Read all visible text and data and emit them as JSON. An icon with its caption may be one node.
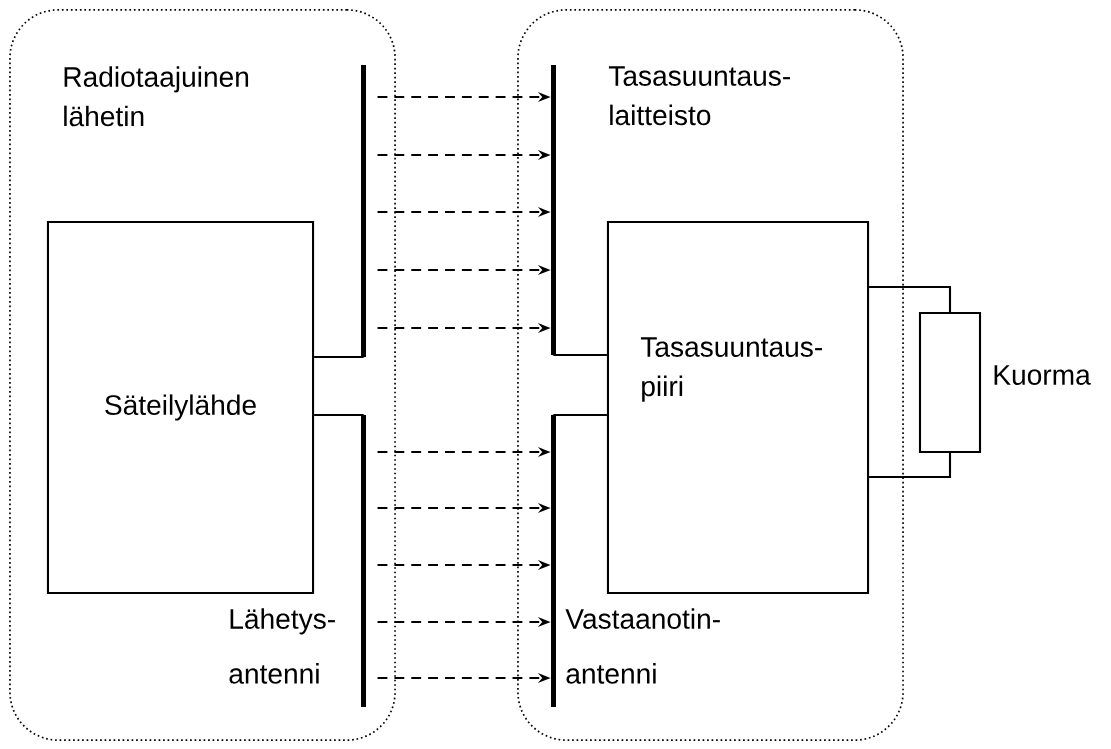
{
  "diagram": {
    "nodes": [
      {
        "text": [
          "Radiotaajuinen lähetin"
        ]
      },
      {
        "text": [
          "Tasasuuntaus- laitteisto"
        ]
      },
      {
        "text": [
          "Säteilylähde"
        ],
        "in": 0
      },
      {
        "text": [],
        "shape": "bar",
        "in": 0
      },
      {
        "text": [],
        "shape": "bar",
        "in": 0
      },
      {
        "text": [],
        "shape": "bar",
        "in": 1
      },
      {
        "text": [],
        "shape": "bar",
        "in": 1
      },
      {
        "text": [
          "Tasasuuntaus- piiri"
        ],
        "in": 1
      },
      {
        "text": [],
        "shape": "box",
        "beside": [
          "Kuorma"
        ]
      }
    ],
    "edges": [
      {
        "from": 2,
        "to": 3,
        "arrow": "none"
      },
      {
        "from": 2,
        "to": 4,
        "arrow": "none"
      },
      {
        "from": 3,
        "to": 5,
        "arrow": "to",
        "style": "dashed"
      },
      {
        "from": 3,
        "to": 5,
        "arrow": "to",
        "style": "dashed"
      },
      {
        "from": 3,
        "to": 5,
        "arrow": "to",
        "style": "dashed"
      },
      {
        "from": 3,
        "to": 5,
        "arrow": "to",
        "style": "dashed"
      },
      {
        "from": 3,
        "to": 5,
        "arrow": "to",
        "style": "dashed"
      },
      {
        "from": 4,
        "to": 6,
        "arrow": "to",
        "style": "dashed"
      },
      {
        "from": 4,
        "to": 6,
        "arrow": "to",
        "style": "dashed"
      },
      {
        "from": 4,
        "to": 6,
        "arrow": "to",
        "style": "dashed"
      },
      {
        "from": 4,
        "to": 6,
        "arrow": "to",
        "style": "dashed"
      },
      {
        "from": 4,
        "to": 6,
        "arrow": "to",
        "style": "dashed"
      },
      {
        "from": 7,
        "to": 5,
        "arrow": "none"
      },
      {
        "from": 7,
        "to": 6,
        "arrow": "none"
      },
      {
        "from": 7,
        "to": 8,
        "arrow": "none"
      },
      {
        "from": 7,
        "to": 8,
        "arrow": "none"
      }
    ],
    "labels": [
      "Lähetys- antenni",
      "Vastaanotin- antenni"
    ]
  }
}
